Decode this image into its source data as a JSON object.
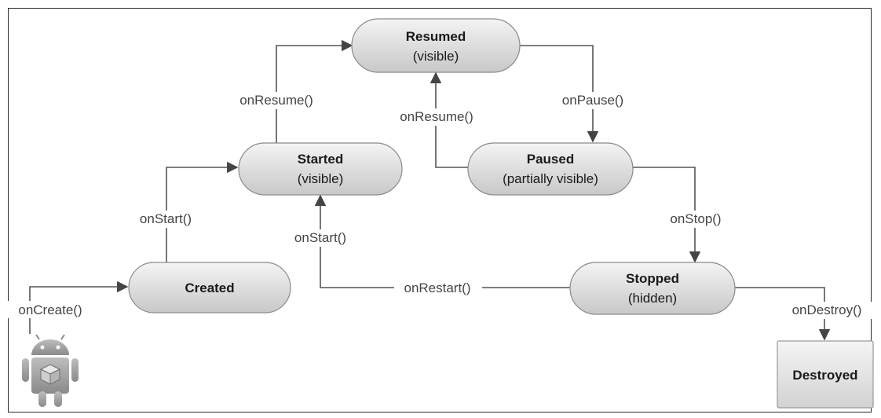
{
  "nodes": {
    "resumed": {
      "title": "Resumed",
      "subtitle": "(visible)"
    },
    "started": {
      "title": "Started",
      "subtitle": "(visible)"
    },
    "paused": {
      "title": "Paused",
      "subtitle": "(partially visible)"
    },
    "created": {
      "title": "Created",
      "subtitle": ""
    },
    "stopped": {
      "title": "Stopped",
      "subtitle": "(hidden)"
    },
    "destroyed": {
      "title": "Destroyed",
      "subtitle": ""
    }
  },
  "edges": {
    "on_create": "onCreate()",
    "on_start_1": "onStart()",
    "on_resume_1": "onResume()",
    "on_pause": "onPause()",
    "on_resume_2": "onResume()",
    "on_stop": "onStop()",
    "on_start_2": "onStart()",
    "on_restart": "onRestart()",
    "on_destroy": "onDestroy()"
  },
  "icons": {
    "start": "android-robot-icon"
  }
}
